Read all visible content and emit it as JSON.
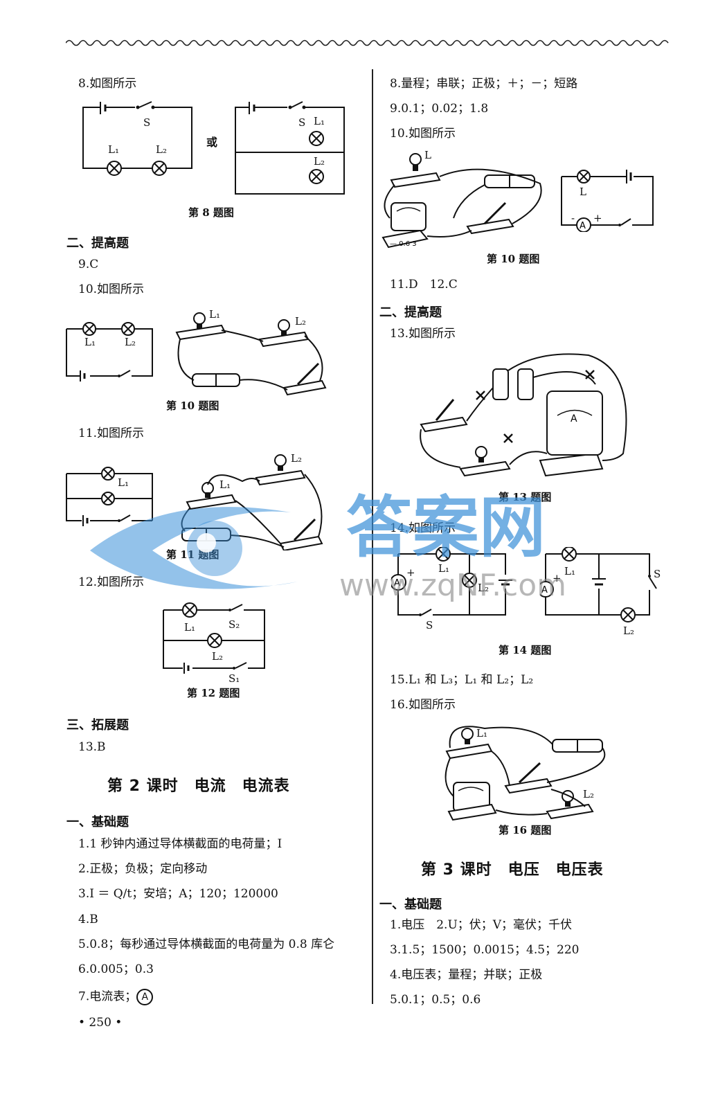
{
  "left": {
    "q8": "8.如图所示",
    "q8_or": "或",
    "cap8": "第 8 题图",
    "sec2": "二、提高题",
    "q9": "9.C",
    "q10": "10.如图所示",
    "cap10": "第 10 题图",
    "q11": "11.如图所示",
    "cap11": "第 11 题图",
    "q12": "12.如图所示",
    "cap12": "第 12 题图",
    "sec3": "三、拓展题",
    "q13": "13.B",
    "lesson2": "第 2 课时　电流　电流表",
    "sec1": "一、基础题",
    "a1": "1.1 秒钟内通过导体横截面的电荷量；I",
    "a2": "2.正极；负极；定向移动",
    "a3": "3.I ＝ Q/t；安培；A；120；120000",
    "a4": "4.B",
    "a5": "5.0.8；每秒通过导体横截面的电荷量为 0.8 库仑",
    "a6": "6.0.005；0.3",
    "a7": "7.电流表；",
    "a7_symbol": "A",
    "page_no": "• 250 •"
  },
  "right": {
    "r8": "8.量程；串联；正极；＋；－；短路",
    "r9": "9.0.1；0.02；1.8",
    "r10": "10.如图所示",
    "cap10": "第 10 题图",
    "r11": "11.D　12.C",
    "sec2": "二、提高题",
    "r13": "13.如图所示",
    "cap13": "第 13 题图",
    "r14": "14.如图所示",
    "cap14": "第 14 题图",
    "r15": "15.L₁ 和 L₃；L₁ 和 L₂；L₂",
    "r16": "16.如图所示",
    "cap16": "第 16 题图",
    "lesson3": "第 3 课时　电压　电压表",
    "sec1": "一、基础题",
    "b1": "1.电压　2.U；伏；V；毫伏；千伏",
    "b3": "3.1.5；1500；0.0015；4.5；220",
    "b4": "4.电压表；量程；并联；正极",
    "b5": "5.0.1；0.5；0.6"
  },
  "labels": {
    "S": "S",
    "S1": "S₁",
    "S2": "S₂",
    "L": "L",
    "L1": "L₁",
    "L2": "L₂",
    "A": "A",
    "plus": "+",
    "minus": "-",
    "scale": "— 0.6 3"
  },
  "watermark": {
    "brand": "答案网",
    "url": "www.zqNF.com"
  },
  "colors": {
    "ink": "#111111",
    "watermark_blue": "#3a8fd8"
  }
}
